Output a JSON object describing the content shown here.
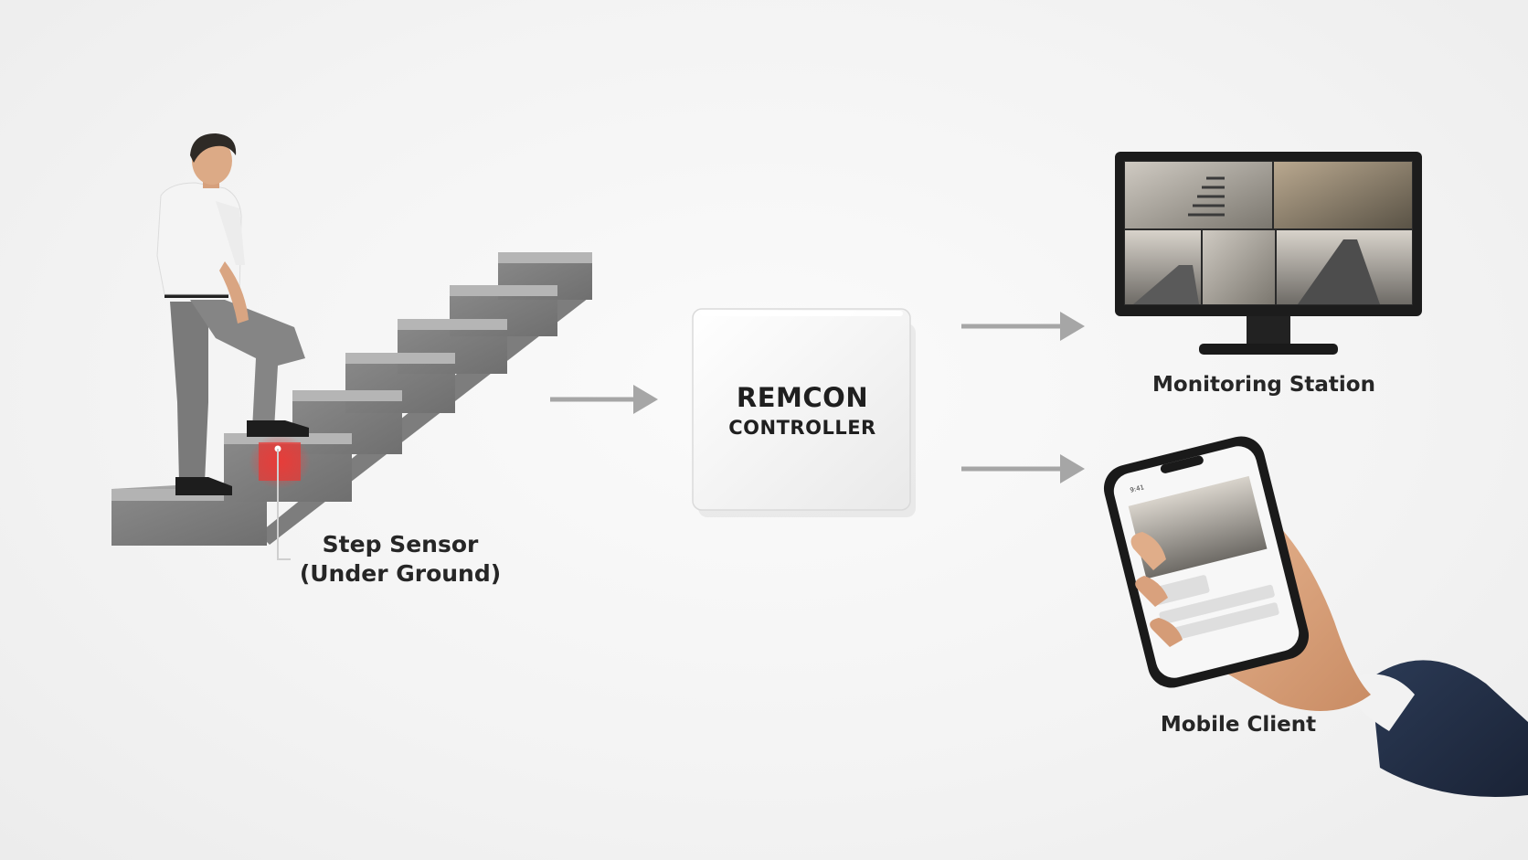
{
  "sensor": {
    "title": "Step Sensor",
    "subtitle": "(Under Ground)",
    "indicator_color": "#e53935"
  },
  "controller": {
    "brand": "REMCON",
    "label": "CONTROLLER"
  },
  "monitoring_station": {
    "label": "Monitoring Station"
  },
  "mobile_client": {
    "label": "Mobile Client",
    "status_time": "9:41"
  },
  "colors": {
    "arrow": "#a6a6a6",
    "label_text": "#262626"
  }
}
